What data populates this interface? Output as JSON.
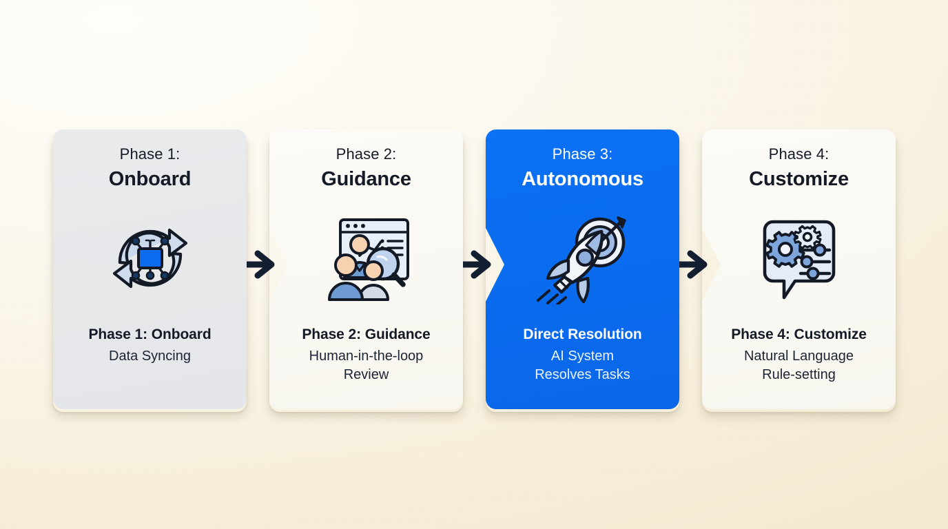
{
  "diagram": {
    "type": "process-flow",
    "title": "",
    "background_color": "#FAF5E9",
    "accent_color": "#0B6CF0",
    "text_color": "#131A26",
    "icon_stroke_color": "#131A26",
    "icon_fill_color": "#D6E2F5",
    "steps": [
      {
        "kicker": "Phase 1:",
        "title": "Onboard",
        "icon": "sync-chip-icon",
        "foot_title": "Phase 1: Onboard",
        "foot_desc": "Data Syncing",
        "style": "gray",
        "highlighted": false
      },
      {
        "kicker": "Phase 2:",
        "title": "Guidance",
        "icon": "review-dashboard-people-icon",
        "foot_title": "Phase 2: Guidance",
        "foot_desc": "Human-in-the-loop\nReview",
        "style": "cream",
        "highlighted": false
      },
      {
        "kicker": "Phase 3:",
        "title": "Autonomous",
        "icon": "rocket-target-icon",
        "foot_title": "Direct Resolution",
        "foot_desc": "AI System\nResolves Tasks",
        "style": "blue",
        "highlighted": true
      },
      {
        "kicker": "Phase 4:",
        "title": "Customize",
        "icon": "chat-gears-sliders-icon",
        "foot_title": "Phase 4: Customize",
        "foot_desc": "Natural Language\nRule-setting",
        "style": "cream",
        "highlighted": false
      }
    ],
    "connectors": [
      {
        "name": "arrow-right-icon",
        "from": "Phase 1: Onboard",
        "to": "Phase 2: Guidance"
      },
      {
        "name": "arrow-right-icon",
        "from": "Phase 2: Guidance",
        "to": "Phase 3: Autonomous"
      },
      {
        "name": "arrow-right-icon",
        "from": "Phase 3: Autonomous",
        "to": "Phase 4: Customize"
      }
    ]
  }
}
